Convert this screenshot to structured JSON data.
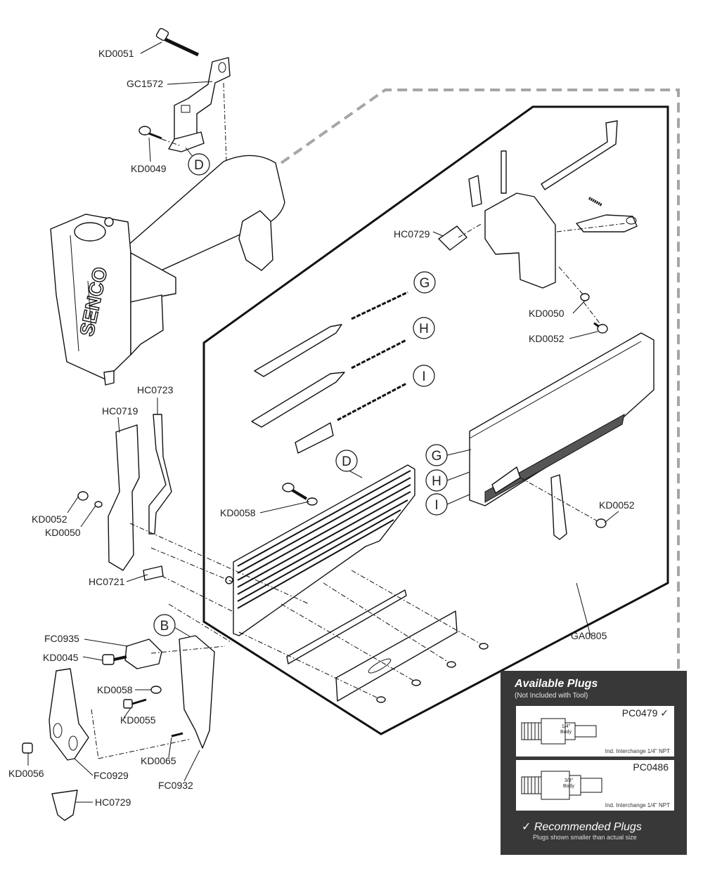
{
  "labels": {
    "kd0051": "KD0051",
    "gc1572": "GC1572",
    "kd0049": "KD0049",
    "hc0729_top": "HC0729",
    "kd0050_top": "KD0050",
    "kd0052_top": "KD0052",
    "hc0723": "HC0723",
    "hc0719": "HC0719",
    "kd0052_left": "KD0052",
    "kd0050_left": "KD0050",
    "hc0721": "HC0721",
    "kd0058_mid": "KD0058",
    "kd0052_right": "KD0052",
    "ga0805": "GA0805",
    "fc0935": "FC0935",
    "kd0045": "KD0045",
    "kd0058_low": "KD0058",
    "kd0055": "KD0055",
    "kd0065": "KD0065",
    "kd0056": "KD0056",
    "fc0929": "FC0929",
    "fc0932": "FC0932",
    "hc0729_bottom": "HC0729",
    "brand": "SENCO"
  },
  "callouts": {
    "d_top": "D",
    "g_top": "G",
    "h_top": "H",
    "i_top": "I",
    "d_mid": "D",
    "g_mid": "G",
    "h_mid": "H",
    "i_mid": "I",
    "b": "B"
  },
  "plugs": {
    "title": "Available Plugs",
    "subtitle": "(Not Included with Tool)",
    "items": [
      {
        "code": "PC0479 ✓",
        "body": "1/4\" Body",
        "note": "Ind. Interchange 1/4\" NPT"
      },
      {
        "code": "PC0486",
        "body": "3/8\" Body",
        "note": "Ind. Interchange 1/4\" NPT"
      }
    ],
    "recommended": "✓ Recommended Plugs",
    "recommended_note": "Plugs shown smaller than actual size"
  },
  "colors": {
    "panel": "#383838",
    "leader_dash": "#a6a6a6",
    "ink": "#111111"
  }
}
